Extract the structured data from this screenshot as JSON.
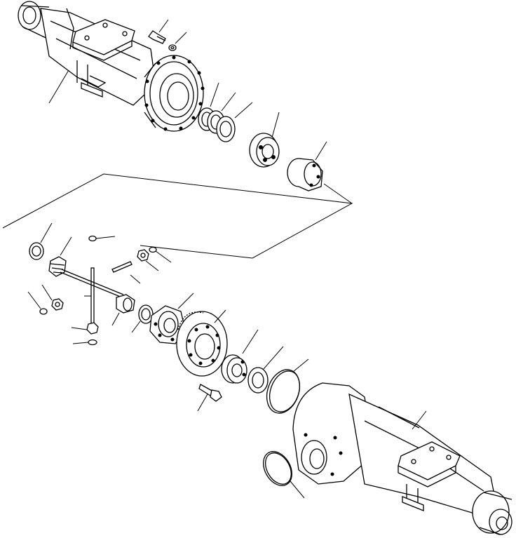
{
  "figure": {
    "kind": "exploded parts diagram",
    "callout_numbers_printed": false,
    "colors": {
      "line": "#000000",
      "background": "#ffffff"
    }
  },
  "parts": [
    {
      "id": "upper-axle-housing"
    },
    {
      "id": "lower-axle-housing"
    },
    {
      "id": "housing-bolt"
    },
    {
      "id": "housing-washer"
    },
    {
      "id": "shim-pair"
    },
    {
      "id": "thrust-ring"
    },
    {
      "id": "outer-bearing"
    },
    {
      "id": "differential-case-half"
    },
    {
      "id": "side-washer"
    },
    {
      "id": "side-gear"
    },
    {
      "id": "pinion-washer-small"
    },
    {
      "id": "pinion-shaft-pin"
    },
    {
      "id": "cross-spider"
    },
    {
      "id": "nut"
    },
    {
      "id": "washer"
    },
    {
      "id": "spacer-collar"
    },
    {
      "id": "thin-ring"
    },
    {
      "id": "differential-case"
    },
    {
      "id": "ring-gear"
    },
    {
      "id": "ring-gear-bolt"
    },
    {
      "id": "inner-bearing"
    },
    {
      "id": "shim"
    },
    {
      "id": "o-ring-large"
    },
    {
      "id": "o-ring-lower"
    }
  ]
}
